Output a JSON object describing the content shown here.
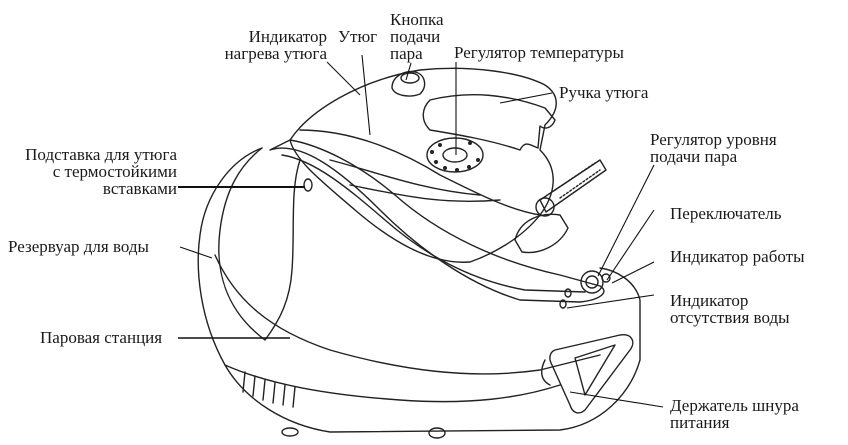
{
  "labels": {
    "heat_indicator": [
      "Индикатор",
      "нагрева утюга"
    ],
    "iron": "Утюг",
    "steam_button": [
      "Кнопка",
      "подачи",
      "пара"
    ],
    "temp_regulator": "Регулятор температуры",
    "iron_handle": "Ручка утюга",
    "steam_level_regulator": [
      "Регулятор уровня",
      "подачи пара"
    ],
    "switch": "Переключатель",
    "power_indicator": "Индикатор работы",
    "no_water_indicator": [
      "Индикатор",
      "отсутствия воды"
    ],
    "cord_holder": [
      "Держатель шнура",
      "питания"
    ],
    "iron_stand": [
      "Подставка для утюга",
      "с термостойкими",
      "вставками"
    ],
    "water_tank": "Резервуар для воды",
    "steam_station": "Паровая станция"
  }
}
